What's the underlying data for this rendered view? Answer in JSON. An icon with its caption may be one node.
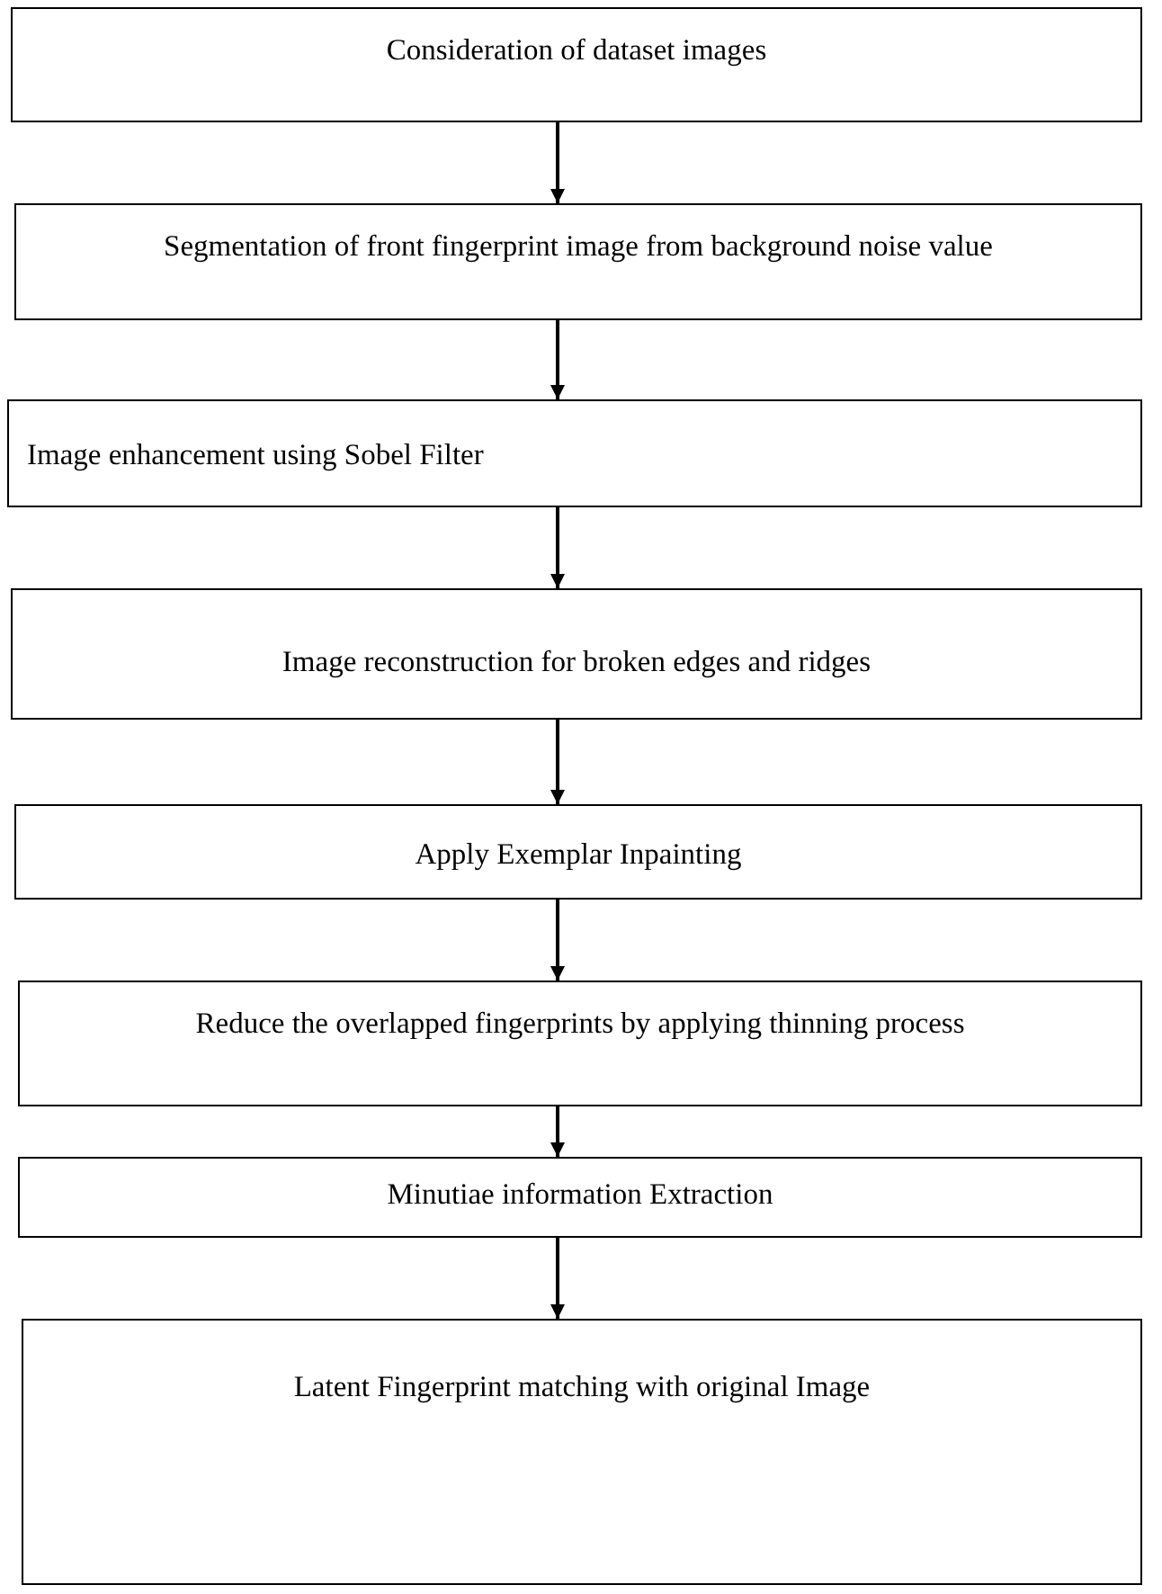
{
  "diagram": {
    "nodes": [
      {
        "text": [
          "Consideration of dataset images"
        ]
      },
      {
        "text": [
          "Segmentation of front fingerprint image from background noise value"
        ]
      },
      {
        "text": [
          "Image enhancement using Sobel Filter"
        ]
      },
      {
        "text": [
          "Image reconstruction for broken edges and ridges"
        ]
      },
      {
        "text": [
          "Apply Exemplar Inpainting"
        ]
      },
      {
        "text": [
          "Reduce the overlapped fingerprints by applying thinning process"
        ]
      },
      {
        "text": [
          "Minutiae information Extraction"
        ]
      },
      {
        "text": [
          "Latent Fingerprint matching with original Image"
        ]
      }
    ],
    "edges": [
      {
        "from": 0,
        "to": 1,
        "arrow": "to"
      },
      {
        "from": 1,
        "to": 2,
        "arrow": "to"
      },
      {
        "from": 2,
        "to": 3,
        "arrow": "to"
      },
      {
        "from": 3,
        "to": 4,
        "arrow": "to"
      },
      {
        "from": 4,
        "to": 5,
        "arrow": "to"
      },
      {
        "from": 5,
        "to": 6,
        "arrow": "to"
      },
      {
        "from": 6,
        "to": 7,
        "arrow": "to"
      }
    ]
  }
}
